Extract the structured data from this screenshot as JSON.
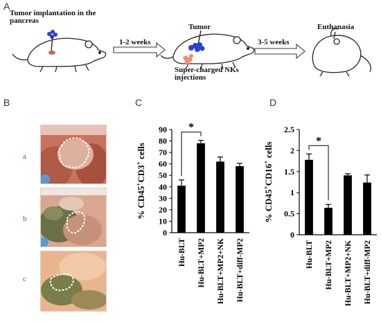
{
  "panels": {
    "a": "A",
    "b": "B",
    "c": "C",
    "d": "D"
  },
  "schema": {
    "step1": "Tumor implantation in the pancreas",
    "arrow1": "1-2 weeks",
    "step2": "Tumor",
    "injection": "Super-charged NKs injections",
    "arrow2": "3-5 weeks",
    "step3": "Euthanasia"
  },
  "photos": {
    "labels": [
      "a",
      "b",
      "c"
    ]
  },
  "chart_data": [
    {
      "type": "bar",
      "panel": "C",
      "ylabel": "% CD45+CD3+ cells",
      "categories": [
        "Hu-BLT",
        "Hu-BLT+MP2",
        "Hu-BLT+MP2+NK",
        "Hu-BLT+diff-MP2"
      ],
      "values": [
        41,
        78,
        62,
        58
      ],
      "errors": [
        5,
        2.5,
        4,
        2.5
      ],
      "ylim": [
        0,
        90
      ],
      "yticks": [
        "0",
        "10",
        "20",
        "30",
        "40",
        "50",
        "60",
        "70",
        "80",
        "90"
      ],
      "significance": {
        "from": 0,
        "to": 1,
        "label": "*"
      }
    },
    {
      "type": "bar",
      "panel": "D",
      "ylabel": "% CD45+CD16+ cells",
      "categories": [
        "Hu-BLT",
        "Hu-BLT+MP2",
        "Hu-BLT+MP2+NK",
        "Hu-BLT+diff-MP2"
      ],
      "values": [
        1.78,
        0.64,
        1.41,
        1.24
      ],
      "errors": [
        0.14,
        0.08,
        0.04,
        0.18
      ],
      "ylim": [
        0,
        2.5
      ],
      "yticks": [
        "0",
        "0.5",
        "1",
        "1.5",
        "2",
        "2.5"
      ],
      "significance": {
        "from": 0,
        "to": 1,
        "label": "*"
      }
    }
  ]
}
